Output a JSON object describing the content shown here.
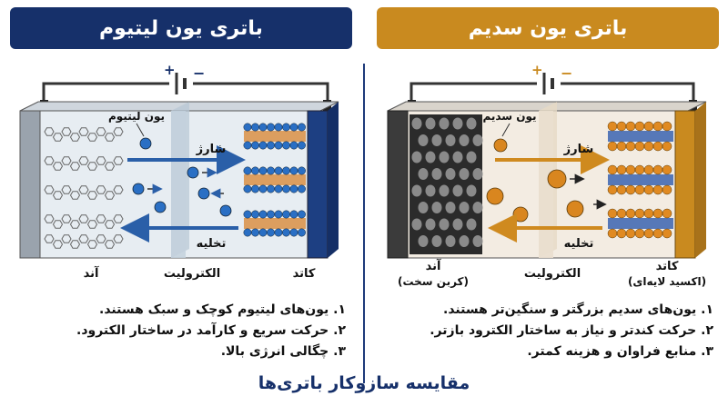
{
  "lithium": {
    "title": "باتری یون لیتیوم",
    "ion_label": "یون لیتیوم",
    "charge_label": "شارژ",
    "discharge_label": "تخلیه",
    "anode_label": "آند",
    "electrolyte_label": "الکترولیت",
    "cathode_label": "کاتد",
    "plus": "+",
    "minus": "−",
    "points": [
      "۱. یون‌های لیتیوم کوچک و سبک هستند.",
      "۲. حرکت سریع و کارآمد در ساختار الکترود.",
      "۳. چگالی انرژی بالا."
    ]
  },
  "sodium": {
    "title": "باتری یون سدیم",
    "ion_label": "یون سدیم",
    "charge_label": "شارژ",
    "discharge_label": "تخلیه",
    "anode_label": "آند",
    "anode_sub": "(کربن سخت)",
    "electrolyte_label": "الکترولیت",
    "cathode_label": "کاتد",
    "cathode_sub": "(اکسید لایه‌ای)",
    "plus": "+",
    "minus": "−",
    "points": [
      "۱. یون‌های سدیم بزرگتر و سنگین‌تر هستند.",
      "۲. حرکت کندتر و نیاز به ساختار الکترود بازتر.",
      "۳. منابع فراوان و هزینه کمتر."
    ]
  },
  "footer_title": "مقایسه سازوکار باتری‌ها",
  "colors": {
    "navy": "#16306a",
    "gold": "#c98a1f",
    "li_ion": "#2a6fc4",
    "na_ion": "#d9861f"
  }
}
